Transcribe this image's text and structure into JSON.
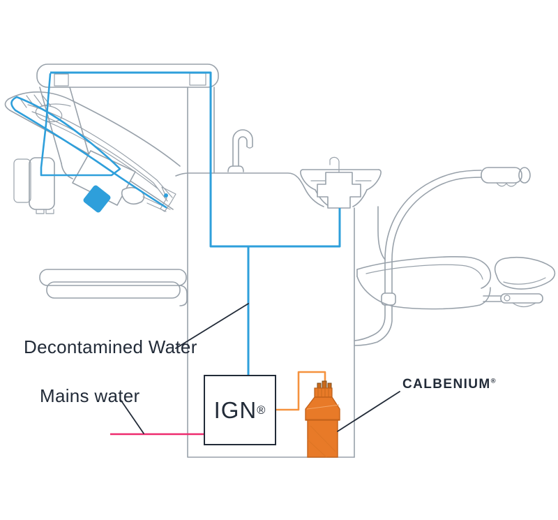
{
  "diagram": {
    "labels": {
      "decontamined_water": {
        "text": "Decontamined Water"
      },
      "mains_water": {
        "text": "Mains water"
      },
      "ign": {
        "text": "IGN",
        "reg": "®"
      },
      "calbenium": {
        "text": "CALBENIUM",
        "reg": "®"
      }
    },
    "colors": {
      "water_line": "#2E9FDB",
      "mains_line": "#EE2B6E",
      "calbenium_line": "#F5923E",
      "bottle_fill": "#E87A28",
      "outline": "#98A1AA",
      "label_text": "#222B38"
    }
  }
}
